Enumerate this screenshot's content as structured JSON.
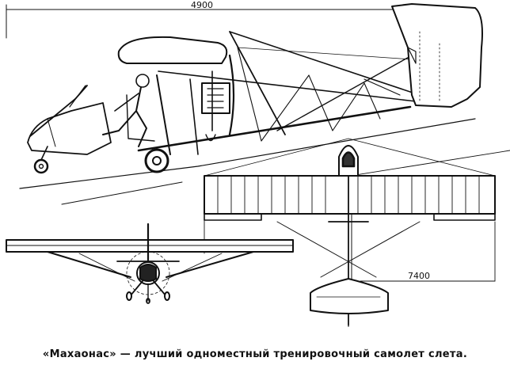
{
  "figure": {
    "length_label": "4900",
    "span_label": "7400"
  },
  "caption": "«Махаонас» — лучший одноместный тренировочный самолет слета."
}
